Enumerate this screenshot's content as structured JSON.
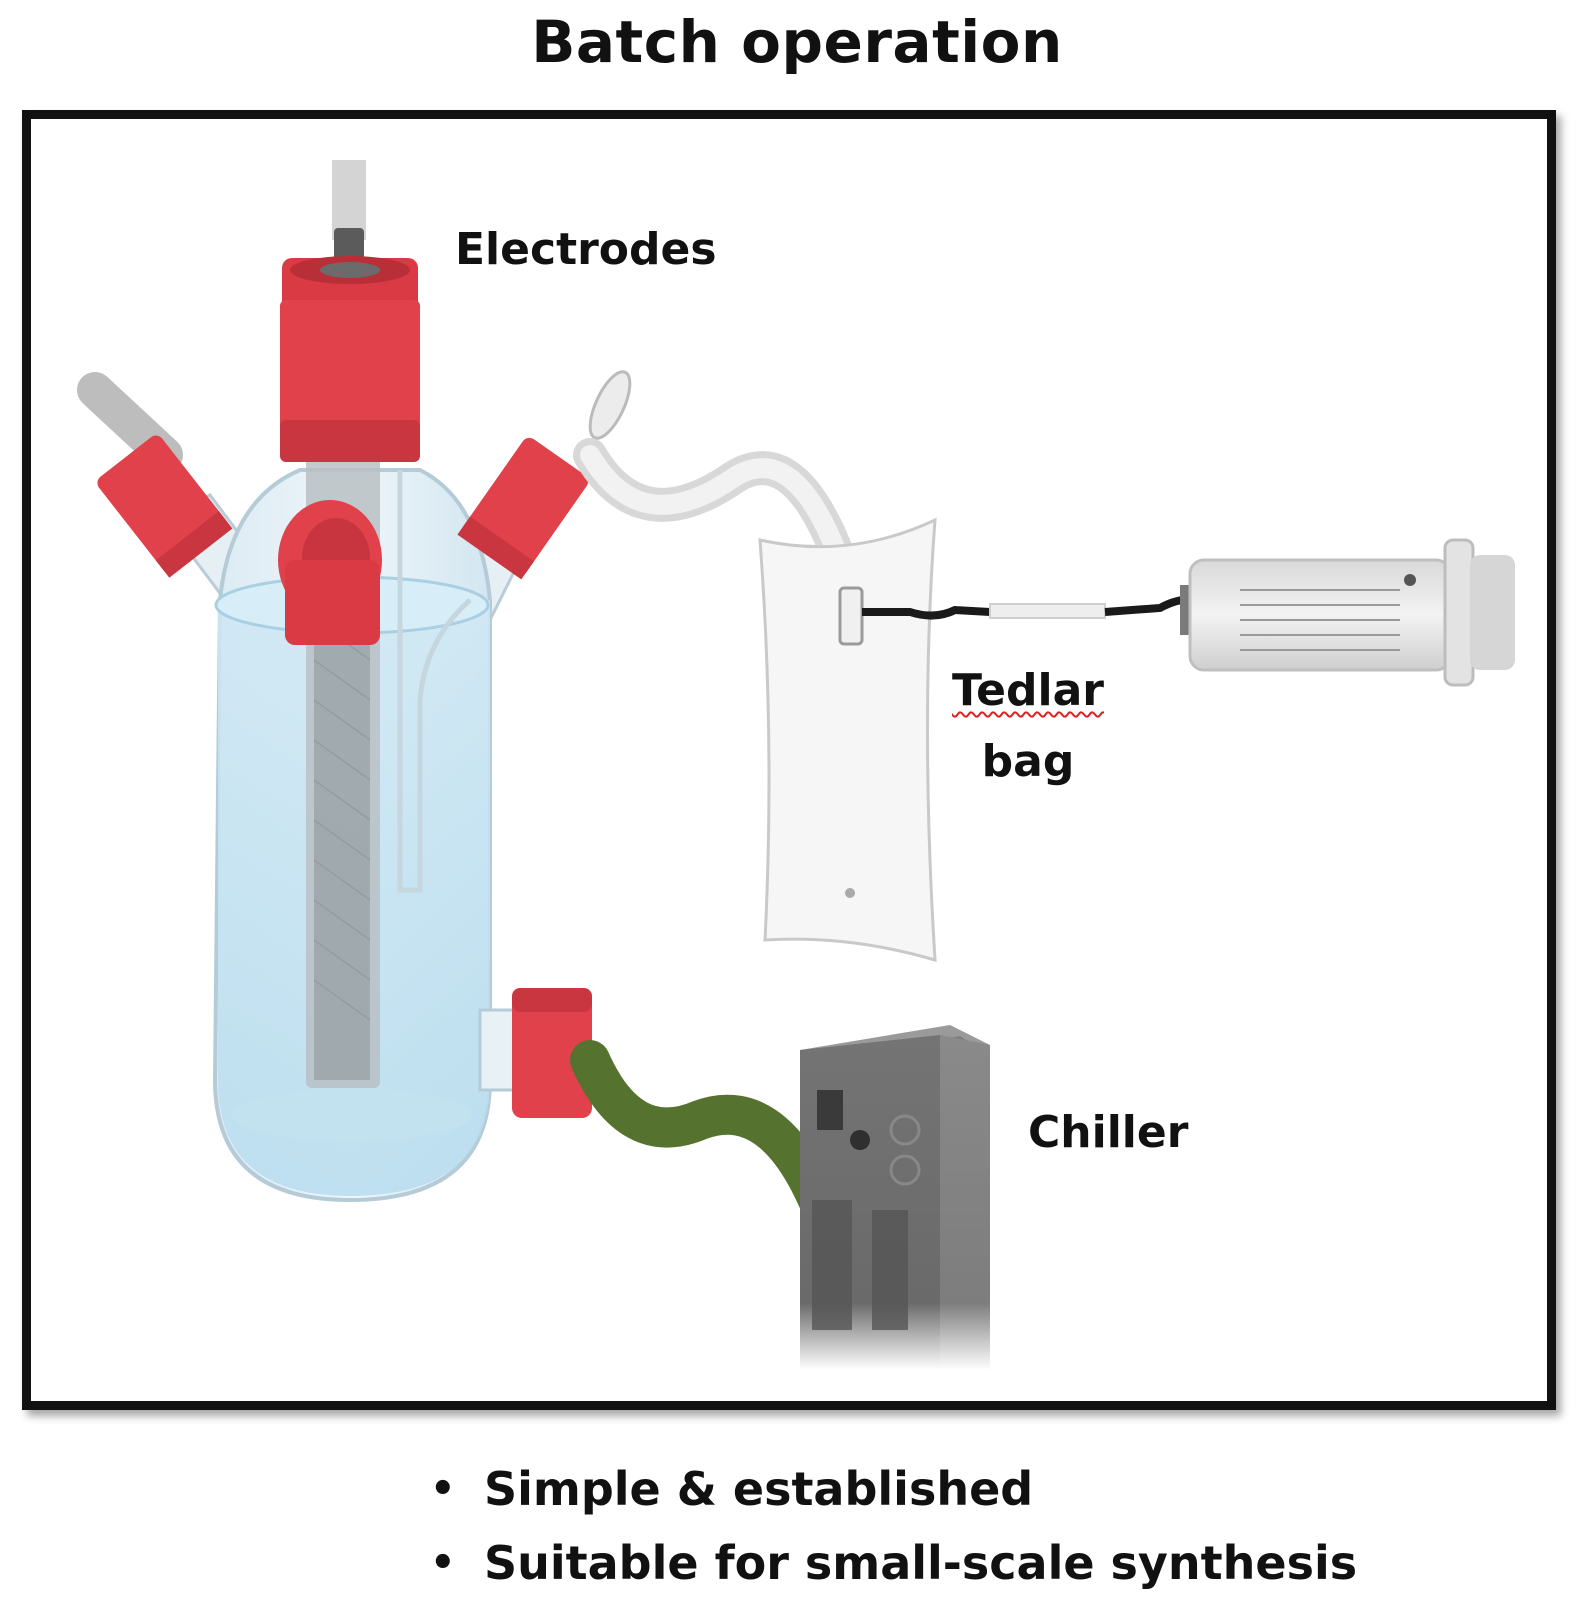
{
  "title": "Batch operation",
  "labels": {
    "electrodes": "Electrodes",
    "tedlar_line1": "Tedlar",
    "tedlar_line2": "bag",
    "chiller": "Chiller"
  },
  "bullets": [
    "Simple & established",
    "Suitable for small-scale synthesis"
  ],
  "bullet_symbol": "•",
  "colors": {
    "cap_red": "#e0414a",
    "liquid_blue": "#cfe7f2",
    "hose_green": "#55722f",
    "chiller_gray": "#6f6f6f",
    "frame": "#111111"
  },
  "icons": [
    "reactor-flask",
    "electrode",
    "tedlar-bag",
    "syringe-pump",
    "chiller-unit"
  ]
}
